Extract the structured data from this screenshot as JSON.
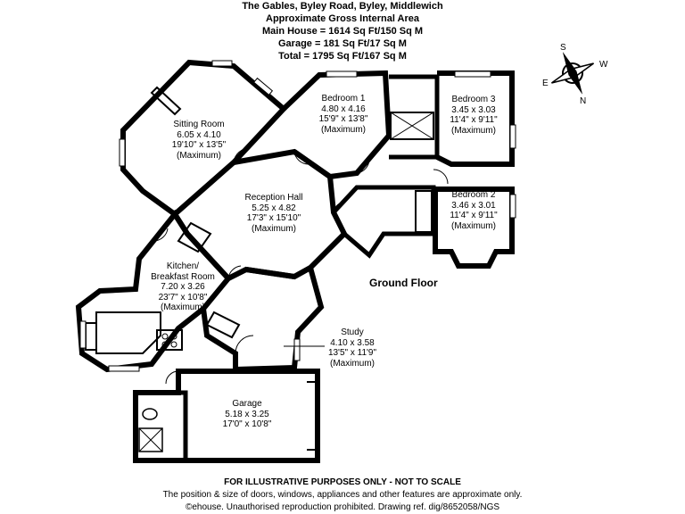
{
  "header": {
    "address": "The Gables, Byley Road, Byley, Middlewich",
    "area_title": "Approximate Gross Internal Area",
    "main_house": "Main House = 1614 Sq Ft/150 Sq M",
    "garage": "Garage = 181 Sq Ft/17 Sq M",
    "total": "Total = 1795 Sq Ft/167 Sq M"
  },
  "rooms": {
    "sitting_room": {
      "name": "Sitting Room",
      "metric": "6.05 x 4.10",
      "imperial": "19'10\" x 13'5\"",
      "note": "(Maximum)"
    },
    "bedroom1": {
      "name": "Bedroom 1",
      "metric": "4.80 x 4.16",
      "imperial": "15'9\" x 13'8\"",
      "note": "(Maximum)"
    },
    "bedroom3": {
      "name": "Bedroom 3",
      "metric": "3.45 x 3.03",
      "imperial": "11'4\" x 9'11\"",
      "note": "(Maximum)"
    },
    "bedroom2": {
      "name": "Bedroom 2",
      "metric": "3.46 x 3.01",
      "imperial": "11'4\" x 9'11\"",
      "note": "(Maximum)"
    },
    "reception_hall": {
      "name": "Reception Hall",
      "metric": "5.25 x 4.82",
      "imperial": "17'3\" x 15'10\"",
      "note": "(Maximum)"
    },
    "kitchen": {
      "name_line1": "Kitchen/",
      "name_line2": "Breakfast Room",
      "metric": "7.20 x 3.26",
      "imperial": "23'7\" x 10'8\"",
      "note": "(Maximum)"
    },
    "study": {
      "name": "Study",
      "metric": "4.10 x 3.58",
      "imperial": "13'5\" x 11'9\"",
      "note": "(Maximum)"
    },
    "garage": {
      "name": "Garage",
      "metric": "5.18 x 3.25",
      "imperial": "17'0\" x 10'8\""
    }
  },
  "floor_label": "Ground Floor",
  "compass": {
    "s": "S",
    "w": "W",
    "e": "E",
    "n": "N"
  },
  "footer": {
    "disclaimer": "FOR ILLUSTRATIVE PURPOSES ONLY - NOT TO SCALE",
    "note": "The position & size of doors, windows, appliances and other features are approximate only.",
    "copyright": "©ehouse. Unauthorised reproduction prohibited. Drawing ref. dig/8652058/NGS"
  },
  "colors": {
    "wall": "#000000",
    "window": "#ffffff",
    "background": "#ffffff"
  }
}
